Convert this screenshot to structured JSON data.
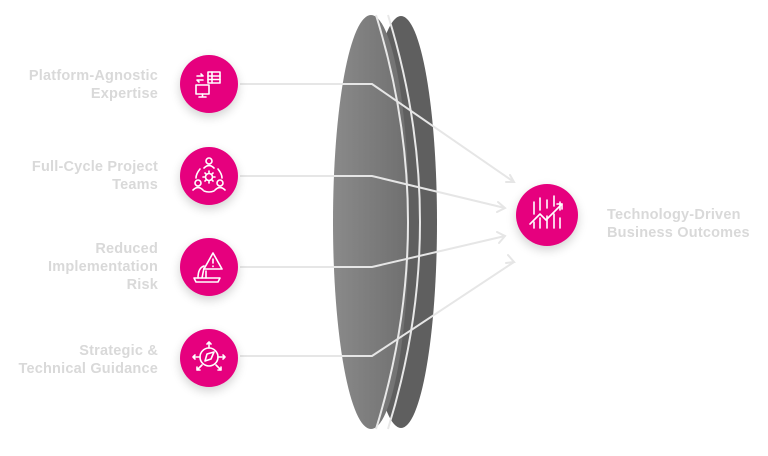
{
  "inputs": [
    {
      "lines": [
        "Platform-Agnostic",
        "Expertise"
      ],
      "icon": "platform-swap-icon"
    },
    {
      "lines": [
        "Full-Cycle Project",
        "Teams"
      ],
      "icon": "team-gear-icon"
    },
    {
      "lines": [
        "Reduced",
        "Implementation",
        "Risk"
      ],
      "icon": "warning-risk-icon"
    },
    {
      "lines": [
        "Strategic &",
        "Technical Guidance"
      ],
      "icon": "compass-navigation-icon"
    }
  ],
  "output": {
    "lines": [
      "Technology-Driven",
      "Business Outcomes"
    ],
    "icon": "growth-chart-icon"
  },
  "colors": {
    "accent": "#e6007e",
    "lens": "#7a7a7a",
    "lens_edge": "#5e5e5e",
    "lines": "#e6e6e6",
    "label": "#d9d9d9"
  }
}
